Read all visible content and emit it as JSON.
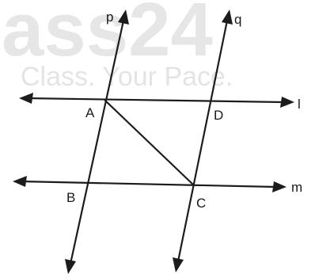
{
  "watermark": {
    "brand_partial": "ass24",
    "tagline": "Class. Your Pace."
  },
  "lines": {
    "p": "p",
    "q": "q",
    "l": "l",
    "m": "m"
  },
  "points": {
    "A": "A",
    "B": "B",
    "C": "C",
    "D": "D"
  }
}
